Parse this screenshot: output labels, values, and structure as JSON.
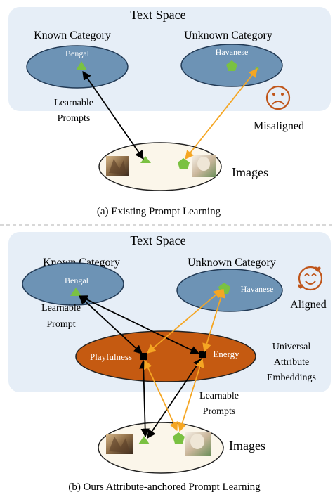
{
  "top": {
    "title": "Text Space",
    "known_category": "Known Category",
    "unknown_category": "Unknown Category",
    "bengal": "Bengal",
    "havanese": "Havanese",
    "learnable_prompts_line1": "Learnable",
    "learnable_prompts_line2": "Prompts",
    "misaligned": "Misaligned",
    "images": "Images",
    "caption": "(a) Existing Prompt Learning"
  },
  "bottom": {
    "title": "Text Space",
    "known_category": "Known Category",
    "unknown_category": "Unknown Category",
    "bengal": "Bengal",
    "havanese": "Havanese",
    "aligned": "Aligned",
    "learnable_prompt_line1": "Learnable",
    "learnable_prompt_line2": "Prompt",
    "playfulness": "Playfulness",
    "energy": "Energy",
    "universal_line1": "Universal",
    "universal_line2": "Attribute",
    "universal_line3": "Embeddings",
    "learnable_prompts_line1": "Learnable",
    "learnable_prompts_line2": "Prompts",
    "images": "Images",
    "caption": "(b) Ours Attribute-anchored Prompt Learning"
  },
  "colors": {
    "panel": "#e6eef7",
    "known_ellipse": "#6d93b5",
    "attribute_ellipse": "#c55a11",
    "image_ellipse": "#fbf6ea",
    "triangle": "#7ac142",
    "pentagon": "#7ac142",
    "orange_arrow": "#f5a623",
    "black_arrow": "#000000",
    "emoji": "#c0561b"
  },
  "icons": [
    "triangle-known",
    "pentagon-unknown",
    "sad-face-icon",
    "smiling-face-icon",
    "cat-image",
    "dog-image"
  ]
}
